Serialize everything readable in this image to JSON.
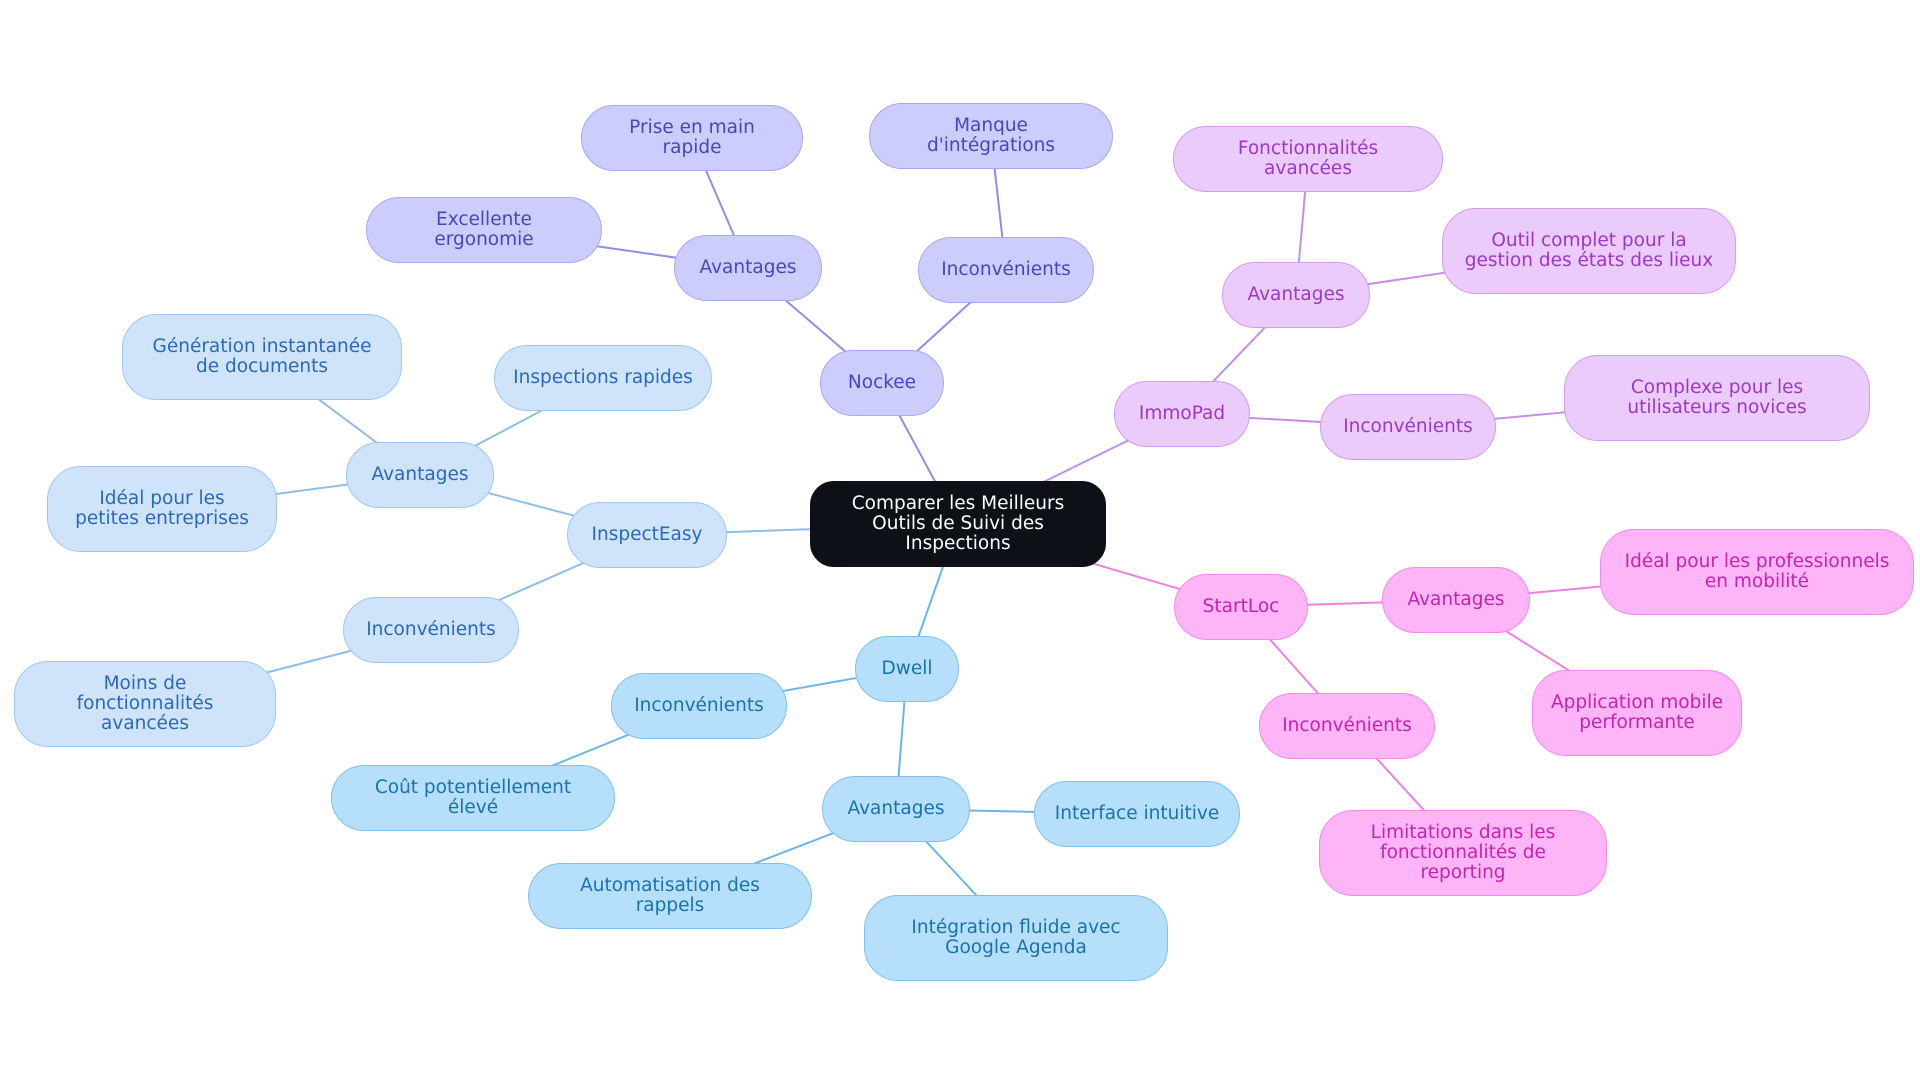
{
  "colors": {
    "nockee": "#8d8fe6",
    "immopad": "#c98de8",
    "startloc": "#ee80e0",
    "dwell": "#6bb5e8",
    "inspecteasy": "#8fbde8"
  },
  "root": "Comparer les Meilleurs Outils de Suivi des Inspections",
  "nockee": {
    "label": "Nockee",
    "avantages": {
      "label": "Avantages",
      "items": [
        "Prise en main rapide",
        "Excellente ergonomie"
      ]
    },
    "inconvenients": {
      "label": "Inconvénients",
      "items": [
        "Manque d'intégrations"
      ]
    }
  },
  "immopad": {
    "label": "ImmoPad",
    "avantages": {
      "label": "Avantages",
      "items": [
        "Fonctionnalités avancées",
        "Outil complet pour la gestion des états des lieux"
      ]
    },
    "inconvenients": {
      "label": "Inconvénients",
      "items": [
        "Complexe pour les utilisateurs novices"
      ]
    }
  },
  "startloc": {
    "label": "StartLoc",
    "avantages": {
      "label": "Avantages",
      "items": [
        "Idéal pour les professionnels en mobilité",
        "Application mobile performante"
      ]
    },
    "inconvenients": {
      "label": "Inconvénients",
      "items": [
        "Limitations dans les fonctionnalités de reporting"
      ]
    }
  },
  "dwell": {
    "label": "Dwell",
    "avantages": {
      "label": "Avantages",
      "items": [
        "Interface intuitive",
        "Automatisation des rappels",
        "Intégration fluide avec Google Agenda"
      ]
    },
    "inconvenients": {
      "label": "Inconvénients",
      "items": [
        "Coût potentiellement élevé"
      ]
    }
  },
  "inspecteasy": {
    "label": "InspectEasy",
    "avantages": {
      "label": "Avantages",
      "items": [
        "Génération instantanée de documents",
        "Inspections rapides",
        "Idéal pour les petites entreprises"
      ]
    },
    "inconvenients": {
      "label": "Inconvénients",
      "items": [
        "Moins de fonctionnalités avancées"
      ]
    }
  }
}
